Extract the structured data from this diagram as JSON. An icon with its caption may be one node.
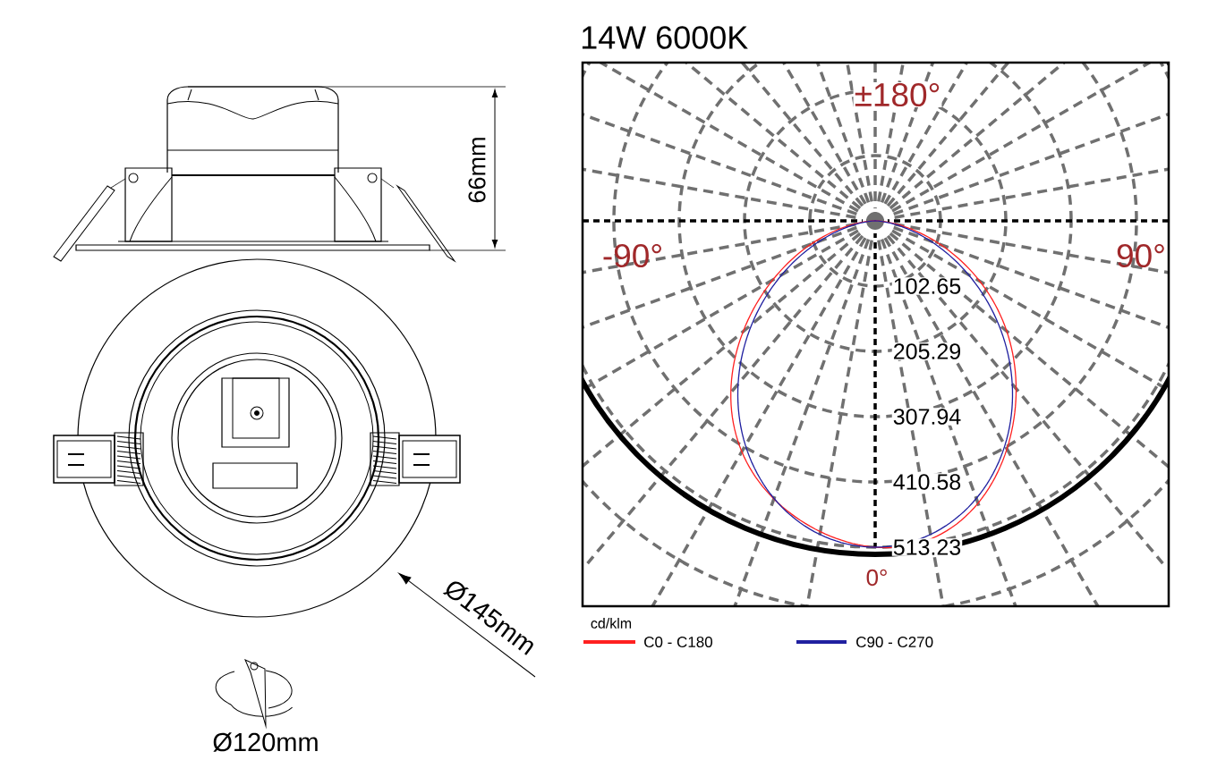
{
  "diagram": {
    "title": "14W 6000K",
    "labels": [
      "66mm",
      "Ø145mm",
      "Ø120mm",
      "±180°",
      "-90°",
      "90°",
      "102.65",
      "205.29",
      "307.94",
      "410.58",
      "513.23",
      "0°",
      "cd/klm"
    ],
    "legend": [
      {
        "text": "C0 - C180",
        "color": "#ff2020"
      },
      {
        "text": "C90 - C270",
        "color": "#2020a0"
      }
    ]
  }
}
